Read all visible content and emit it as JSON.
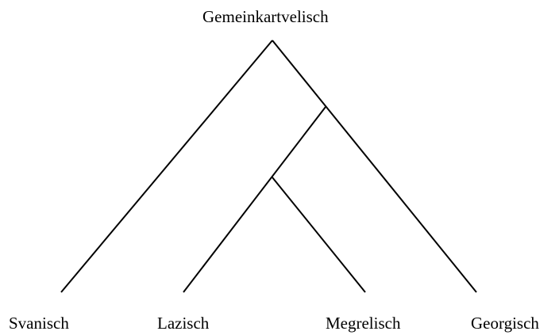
{
  "tree": {
    "root": "Gemeinkartvelisch",
    "leaves": [
      "Svanisch",
      "Lazisch",
      "Megrelisch",
      "Georgisch"
    ],
    "line_color": "#000000"
  }
}
